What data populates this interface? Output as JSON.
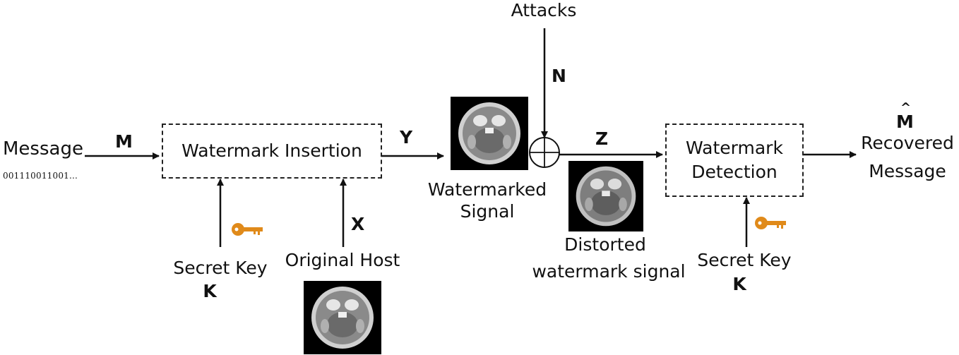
{
  "message": {
    "label": "Message",
    "bits": "001110011001..."
  },
  "signals": {
    "m": "M",
    "y": "Y",
    "x": "X",
    "n": "N",
    "z": "Z",
    "k1": "K",
    "k2": "K",
    "m_hat": "M"
  },
  "blocks": {
    "insertion": "Watermark Insertion",
    "detection_line1": "Watermark",
    "detection_line2": "Detection"
  },
  "labels": {
    "attacks": "Attacks",
    "secret_key_1": "Secret Key",
    "secret_key_2": "Secret Key",
    "original_host": "Original Host",
    "watermarked_line1": "Watermarked",
    "watermarked_line2": "Signal",
    "distorted_line1": "Distorted",
    "distorted_line2": "watermark signal",
    "recovered_line1": "Recovered",
    "recovered_line2": "Message"
  },
  "images": [
    "brain-ct-scan",
    "brain-ct-scan",
    "brain-ct-scan"
  ],
  "icons": [
    "key-icon",
    "key-icon"
  ],
  "colors": {
    "key": "#e08a1a",
    "line": "#111111",
    "scan_bg": "#000000"
  }
}
